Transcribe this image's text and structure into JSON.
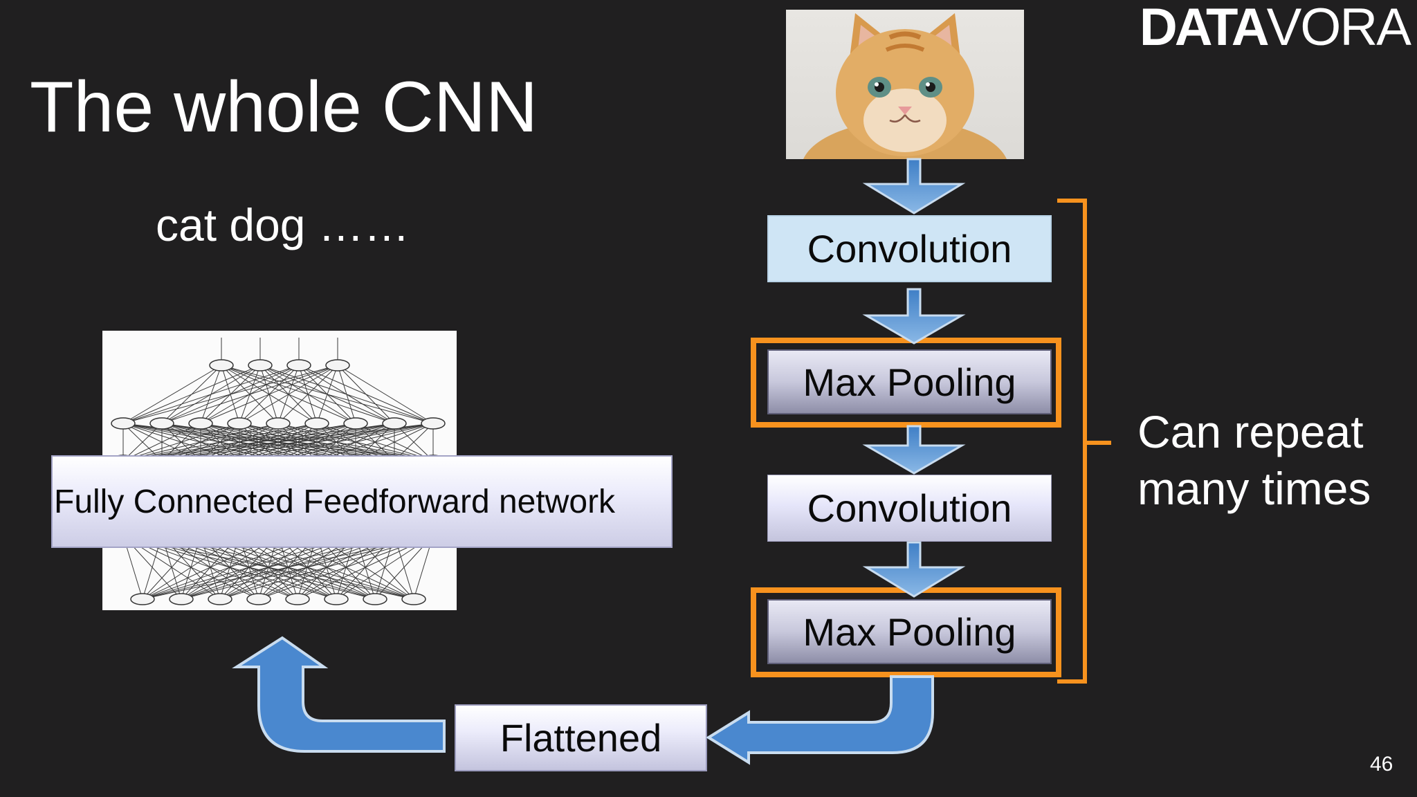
{
  "slide": {
    "title": "The whole CNN",
    "subtitle": "cat dog ……",
    "logo": {
      "bold": "DATA",
      "light": "VORA"
    },
    "page_number": "46"
  },
  "diagram": {
    "input_image": "cat-photo",
    "steps": {
      "conv1": "Convolution",
      "pool1": "Max Pooling",
      "conv2": "Convolution",
      "pool2": "Max Pooling"
    },
    "flattened": "Flattened",
    "fully_connected": "Fully Connected Feedforward network",
    "repeat_note": [
      "Can repeat",
      "many times"
    ]
  },
  "colors": {
    "background": "#201f20",
    "arrow_blue": "#5b9bd5",
    "highlight_orange": "#f7921e"
  }
}
